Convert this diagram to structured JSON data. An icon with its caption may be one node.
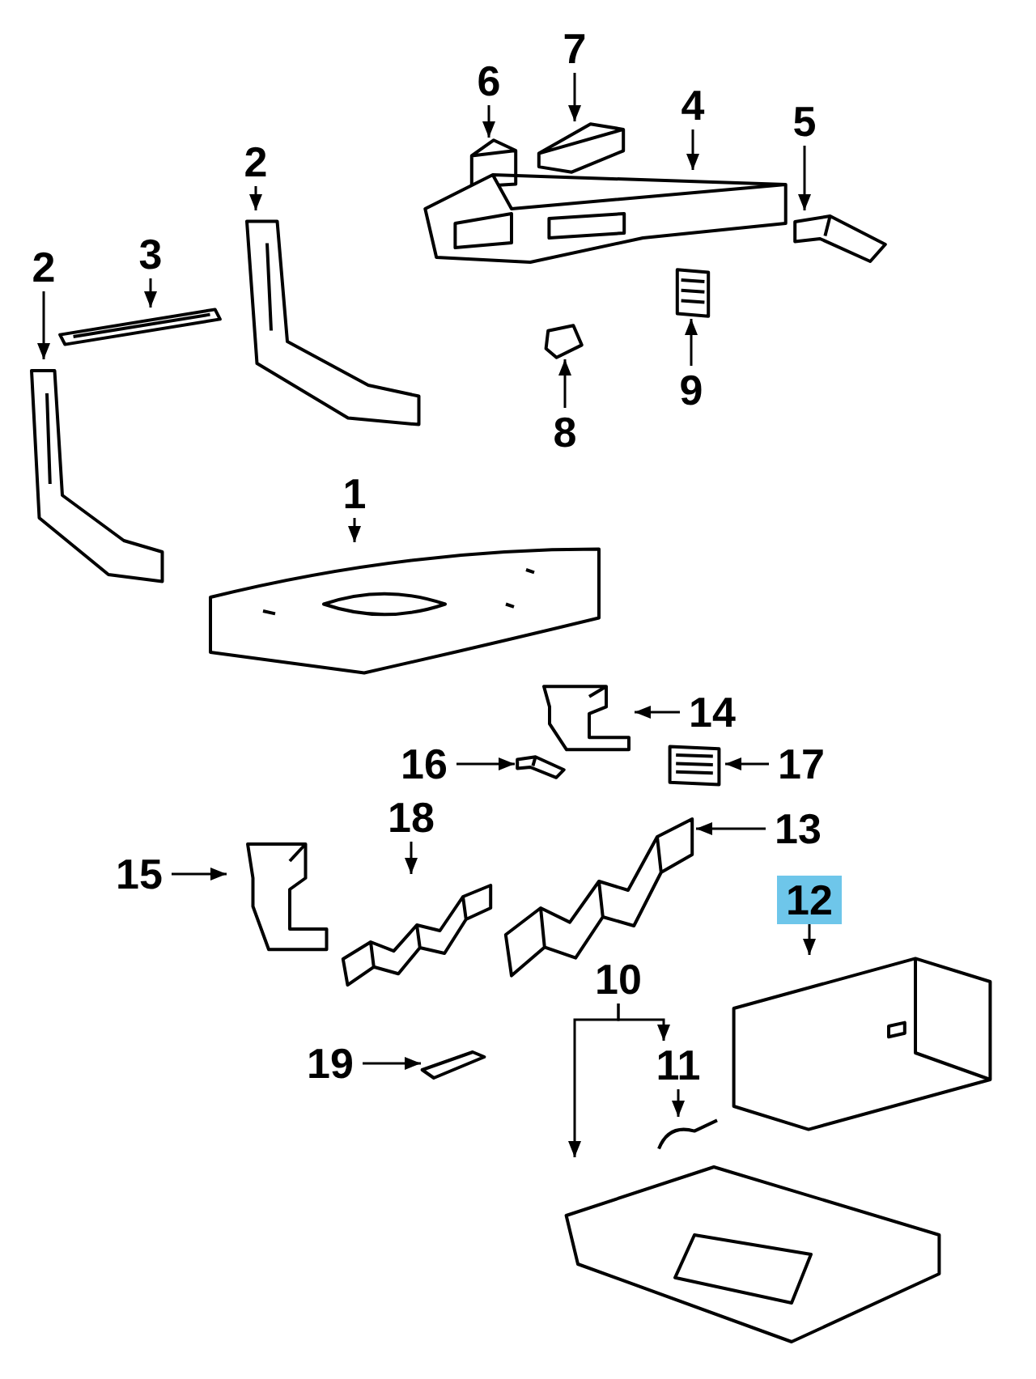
{
  "diagram": {
    "nodes": [
      {
        "text": [
          "6"
        ]
      },
      {
        "text": [],
        "shape": "picture"
      },
      {
        "text": [
          "7"
        ]
      },
      {
        "text": [],
        "shape": "picture"
      },
      {
        "text": [
          "4"
        ]
      },
      {
        "text": [],
        "shape": "picture"
      },
      {
        "text": [
          "5"
        ]
      },
      {
        "text": [],
        "shape": "picture"
      },
      {
        "text": [
          "2"
        ]
      },
      {
        "text": [],
        "shape": "picture"
      },
      {
        "text": [
          "3"
        ]
      },
      {
        "text": [],
        "shape": "picture"
      },
      {
        "text": [
          "2"
        ]
      },
      {
        "text": [],
        "shape": "picture"
      },
      {
        "text": [
          "8"
        ]
      },
      {
        "text": [],
        "shape": "picture"
      },
      {
        "text": [
          "9"
        ]
      },
      {
        "text": [],
        "shape": "picture"
      },
      {
        "text": [
          "1"
        ]
      },
      {
        "text": [],
        "shape": "picture"
      },
      {
        "text": [
          "14"
        ]
      },
      {
        "text": [],
        "shape": "picture"
      },
      {
        "text": [
          "16"
        ]
      },
      {
        "text": [],
        "shape": "picture"
      },
      {
        "text": [
          "17"
        ]
      },
      {
        "text": [],
        "shape": "picture"
      },
      {
        "text": [
          "15"
        ]
      },
      {
        "text": [],
        "shape": "picture"
      },
      {
        "text": [
          "18"
        ]
      },
      {
        "text": [],
        "shape": "picture"
      },
      {
        "text": [
          "13"
        ]
      },
      {
        "text": [],
        "shape": "picture"
      },
      {
        "text": [
          "12"
        ]
      },
      {
        "text": [],
        "shape": "picture"
      },
      {
        "text": [
          "10"
        ]
      },
      {
        "text": [],
        "shape": "picture"
      },
      {
        "text": [
          "11"
        ]
      },
      {
        "text": [],
        "shape": "picture"
      },
      {
        "text": [
          "19"
        ]
      },
      {
        "text": [],
        "shape": "picture"
      }
    ],
    "edges": [
      {
        "from": 0,
        "to": 1,
        "arrow": "to"
      },
      {
        "from": 2,
        "to": 3,
        "arrow": "to"
      },
      {
        "from": 4,
        "to": 5,
        "arrow": "to"
      },
      {
        "from": 6,
        "to": 7,
        "arrow": "to"
      },
      {
        "from": 8,
        "to": 9,
        "arrow": "to"
      },
      {
        "from": 10,
        "to": 11,
        "arrow": "to"
      },
      {
        "from": 12,
        "to": 13,
        "arrow": "to"
      },
      {
        "from": 14,
        "to": 15,
        "arrow": "to"
      },
      {
        "from": 16,
        "to": 17,
        "arrow": "to"
      },
      {
        "from": 18,
        "to": 19,
        "arrow": "to"
      },
      {
        "from": 20,
        "to": 21,
        "arrow": "to"
      },
      {
        "from": 22,
        "to": 23,
        "arrow": "to"
      },
      {
        "from": 24,
        "to": 25,
        "arrow": "to"
      },
      {
        "from": 26,
        "to": 27,
        "arrow": "to"
      },
      {
        "from": 28,
        "to": 29,
        "arrow": "to"
      },
      {
        "from": 30,
        "to": 31,
        "arrow": "to"
      },
      {
        "from": 32,
        "to": 33,
        "arrow": "to"
      },
      {
        "from": 34,
        "to": 35,
        "arrow": "to"
      },
      {
        "from": 34,
        "to": 36,
        "arrow": "to"
      },
      {
        "from": 36,
        "to": 37,
        "arrow": "to"
      },
      {
        "from": 38,
        "to": 39,
        "arrow": "to"
      }
    ]
  }
}
